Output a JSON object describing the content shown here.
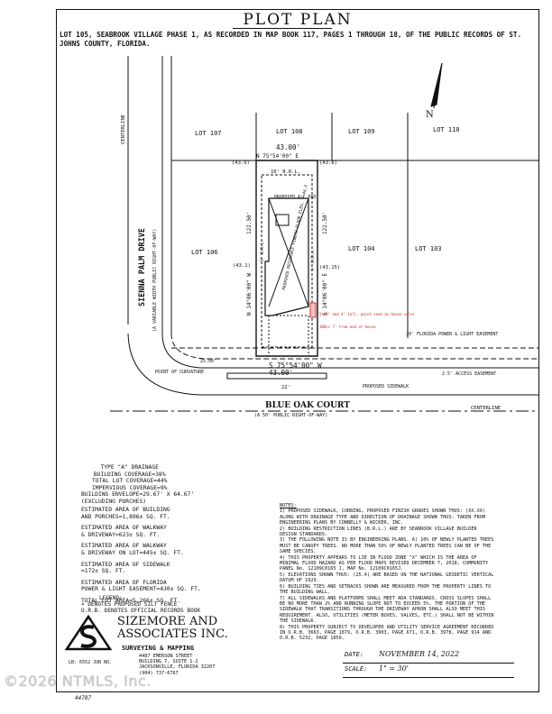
{
  "title": "PLOT PLAN",
  "description": "LOT 105, SEABROOK VILLAGE PHASE 1, AS RECORDED IN MAP BOOK 117, PAGES 1 THROUGH 18, OF THE PUBLIC RECORDS OF ST. JOHNS COUNTY, FLORIDA.",
  "plan": {
    "north_label": "N",
    "centerline_top": "CENTERLINE",
    "street_left": "SIENNA PALM DRIVE",
    "street_left_sub": "(A VARIABLE WIDTH PUBLIC RIGHT-OF-WAY)",
    "street_bottom": "BLUE OAK COURT",
    "street_bottom_sub": "(A 50' PUBLIC RIGHT-OF-WAY)",
    "centerline_bottom": "CENTERLINE",
    "lots": {
      "lot107": "LOT 107",
      "lot108": "LOT 108",
      "lot109": "LOT 109",
      "lot110": "LOT 110",
      "lot106": "LOT 106",
      "lot104": "LOT 104",
      "lot103": "LOT 103"
    },
    "top_dim": "43.00'",
    "top_bearing": "N 75°54'00\" E",
    "bottom_dim": "43.00'",
    "bottom_bearing": "S 75°54'00\" W",
    "left_bearing": "N 14°06'00\" W",
    "left_dim": "122.50'",
    "right_bearing": "S 14°06'00\" E",
    "right_dim": "122.50'",
    "elev_tl": "(43.9)",
    "elev_tr": "(43.8)",
    "elev_ml": "(43.1)",
    "elev_mr": "(43.15)",
    "brl_rear": "10' B.R.L.",
    "brl_side_l": "5' B.R.L.",
    "brl_side_r": "5' B.R.L.",
    "pad_label": "PROPOSED A/C PAD",
    "residence_label": "PROPOSED RESIDENCE FINISH FLOOR ELEV. = 44.X",
    "easement_label": "10' FLORIDA POWER & LIGHT EASEMENT",
    "access_label": "2.5' ACCESS EASEMENT",
    "sidewalk_label": "PROPOSED SIDEWALK",
    "curvature_label": "POINT OF CURVATURE",
    "annot_red": "5'x8' and 4' tall, paint sone as house color",
    "annot_red2": "100sc 7' from end of house",
    "dim_22": "22'",
    "dim_2500": "25.00'"
  },
  "coverage": {
    "lines": [
      "TYPE \"A\" DRAINAGE",
      "BUILDING COVERAGE=38%",
      "TOTAL LOT COVERAGE=44%",
      "IMPERVIOUS COVERAGE=9%"
    ],
    "envelope": [
      "BUILDING ENVELOPE=29.67' X 64.67'",
      "(EXCLUDING PORCHES)"
    ],
    "areas": [
      [
        "ESTIMATED AREA OF BUILDING",
        "AND PORCHES=1,896± SQ. FT."
      ],
      [
        "ESTIMATED AREA OF WALKWAY",
        "& DRIVEWAY=623± SQ. FT."
      ],
      [
        "ESTIMATED AREA OF WALKWAY",
        "& DRIVEWAY ON LOT=445± SQ. FT."
      ],
      [
        "ESTIMATED AREA OF SIDEWALK",
        "=172± SQ. FT."
      ],
      [
        "ESTIMATED AREA OF FLORIDA",
        "POWER & LIGHT EASEMENT=430± SQ. FT."
      ]
    ],
    "total": "TOTAL LOT AREA=5,266± SQ. FT."
  },
  "legend": {
    "title": "LEGEND:",
    "items": [
      "× DENOTES PROPOSED SILT FENCE",
      "O.R.B. DENOTES OFFICIAL RECORDS BOOK"
    ]
  },
  "notes": {
    "title": "NOTES:",
    "items": [
      "1) PROPOSED SIDEWALK, CURBING, PROPOSED FINISH GRADES SHOWN THUS: (XX.XX) ALONG WITH DRAINAGE TYPE AND DIRECTION OF DRAINAGE SHOWN THUS: TAKEN FROM ENGINEERING PLANS BY CONNELLY & WICKER, INC.",
      "2) BUILDING RESTRICTION LINES (B.R.L.) ARE BY SEABROOK VILLAGE BUILDER DESIGN STANDARDS.",
      "3) THE FOLLOWING NOTE IS BY ENGINEERING PLANS. A) 10% OF NEWLY PLANTED TREES MUST BE CANOPY TREES. NO MORE THAN 50% OF NEWLY PLANTED TREES CAN BE OF THE SAME SPECIES.",
      "4) THIS PROPERTY APPEARS TO LIE IN FLOOD ZONE \"X\" WHICH IS THE AREA OF MINIMAL FLOOD HAZARD AS PER FLOOD MAPS REVISED DECEMBER 7, 2018, COMMUNITY PANEL No. 12109C0165 J, MAP No. 12109C0165J.",
      "5) ELEVATIONS SHOWN THUS: (25.4) ARE BASED ON THE NATIONAL GEODETIC VERTICAL DATUM OF 1929.",
      "6) BUILDING TIES AND SETBACKS SHOWN ARE MEASURED FROM THE PROPERTY LINES TO THE BUILDING WALL.",
      "7) ALL SIDEWALKS AND PLATFORMS SHALL MEET ADA STANDARDS. CROSS SLOPES SHALL BE NO MORE THAN 2% AND RUNNING SLOPE NOT TO EXCEED 5%. THE PORTION OF THE SIDEWALK THAT TRANSITIONS THROUGH THE DRIVEWAY APRON SHALL ALSO MEET THIS REQUIREMENT. ALSO, UTILITIES (METER BOXES, VALVES, ETC.) SHALL NOT BE WITHIN THE SIDEWALK.",
      "8) THIS PROPERTY SUBJECT TO DEVELOPER AND UTILITY SERVICE AGREEMENT RECORDED IN O.R.B. 3663, PAGE 1879, O.R.B. 3903, PAGE 671, O.R.B. 3978, PAGE 914 AND O.R.B. 5232, PAGE 1850."
    ]
  },
  "company": {
    "name_line1": "SIZEMORE AND",
    "name_line2": "ASSOCIATES INC.",
    "sub": "SURVEYING & MAPPING",
    "address": [
      "4487 EMERSON STREET",
      "BUILDING 7, SUITE 1-2",
      "JACKSONVILLE, FLORIDA 32207",
      "(904) 737-6767"
    ],
    "lb": "LB: 6552  JOB NO."
  },
  "date_label": "DATE:",
  "date_value": "NOVEMBER 14, 2022",
  "scale_label": "SCALE:",
  "scale_value": "1\" = 30'",
  "job_number": "44787",
  "watermark": "©2026 NTMLS, Inc."
}
